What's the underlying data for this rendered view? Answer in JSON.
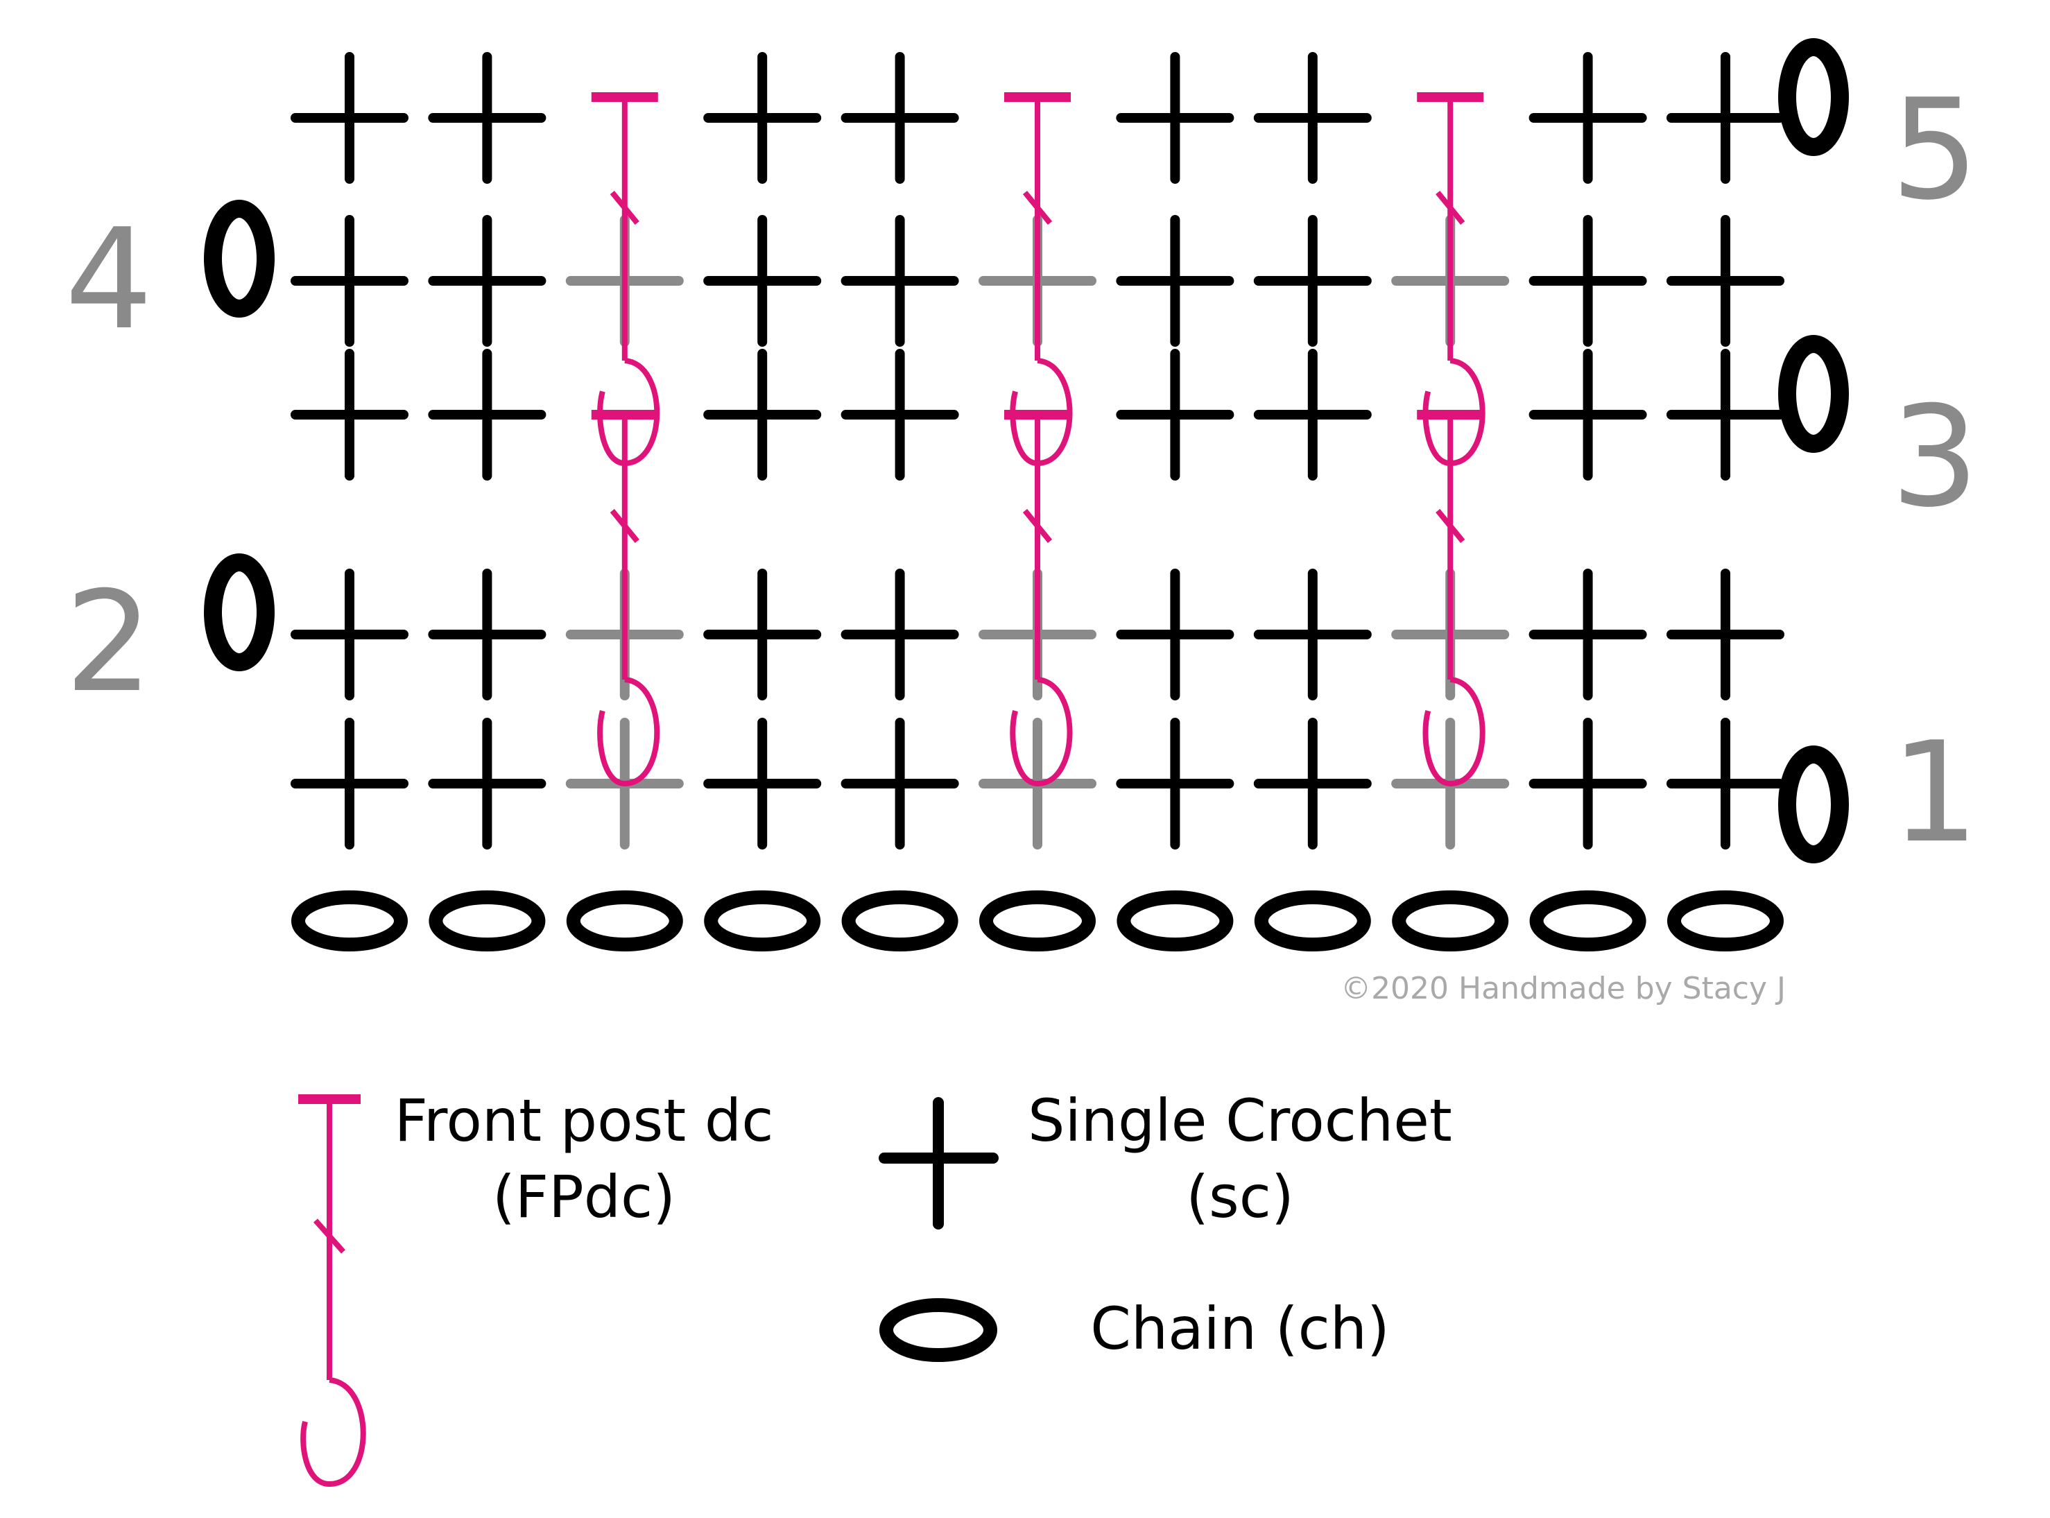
{
  "colors": {
    "black": "#000000",
    "gray": "#8a8a8a",
    "pink": "#e0137a",
    "copyright": "#a9a9a9"
  },
  "row_numbers": [
    "1",
    "2",
    "3",
    "4",
    "5"
  ],
  "turning_chain_symbol": "0",
  "copyright": "©2020 Handmade by Stacy J",
  "legend": {
    "fpdc": {
      "line1": "Front post dc",
      "line2": "(FPdc)",
      "icon": "fpdc-icon"
    },
    "sc": {
      "line1": "Single Crochet",
      "line2": "(sc)",
      "icon": "sc-icon"
    },
    "ch": {
      "line1": "Chain (ch)",
      "icon": "chain-icon"
    }
  },
  "chart_data": {
    "type": "crochet-symbol-chart",
    "foundation_chains": 11,
    "stitches_per_row": 11,
    "rows": [
      {
        "number": "1",
        "stitches": [
          "sc",
          "sc",
          "sc",
          "sc",
          "sc",
          "sc",
          "sc",
          "sc",
          "sc",
          "sc",
          "sc"
        ],
        "turning_chain": "right"
      },
      {
        "number": "2",
        "stitches": [
          "sc",
          "sc",
          "sc",
          "sc",
          "sc",
          "sc",
          "sc",
          "sc",
          "sc",
          "sc",
          "sc"
        ],
        "turning_chain": "left"
      },
      {
        "number": "3",
        "stitches": [
          "sc",
          "sc",
          "fpdc",
          "sc",
          "sc",
          "fpdc",
          "sc",
          "sc",
          "fpdc",
          "sc",
          "sc"
        ],
        "turning_chain": "right"
      },
      {
        "number": "4",
        "stitches": [
          "sc",
          "sc",
          "sc",
          "sc",
          "sc",
          "sc",
          "sc",
          "sc",
          "sc",
          "sc",
          "sc"
        ],
        "turning_chain": "left"
      },
      {
        "number": "5",
        "stitches": [
          "sc",
          "sc",
          "fpdc",
          "sc",
          "sc",
          "fpdc",
          "sc",
          "sc",
          "fpdc",
          "sc",
          "sc"
        ],
        "turning_chain": "right"
      }
    ],
    "fpdc_columns": [
      3,
      6,
      9
    ]
  }
}
